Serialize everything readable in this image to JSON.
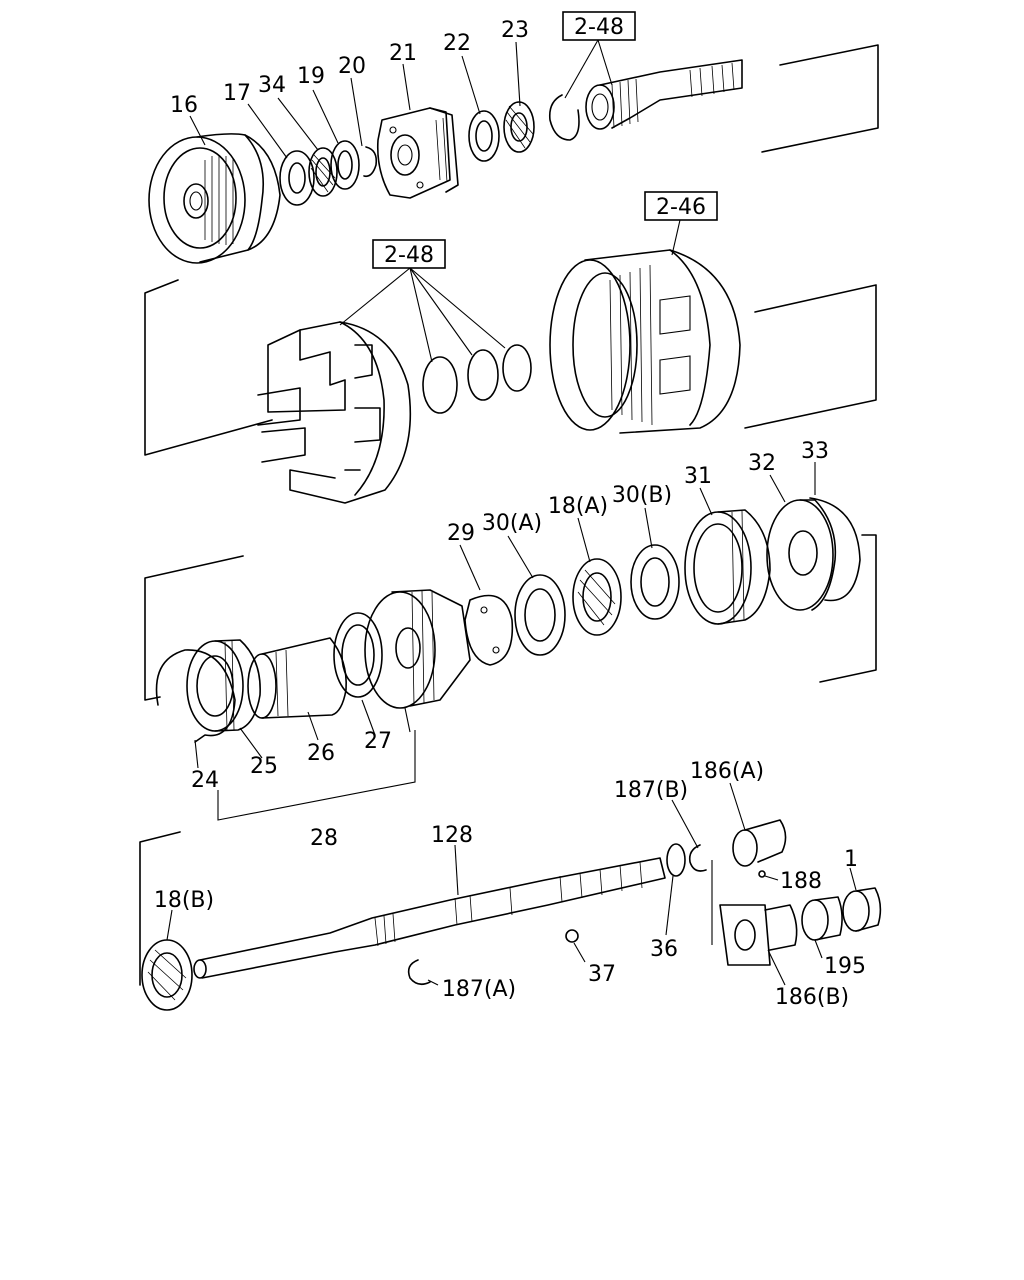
{
  "labels": {
    "p16": "16",
    "p17": "17",
    "p34": "34",
    "p19": "19",
    "p20": "20",
    "p21": "21",
    "p22": "22",
    "p23": "23",
    "ref248a": "2-48",
    "ref248b": "2-48",
    "ref246": "2-46",
    "p29": "29",
    "p30a": "30(A)",
    "p18a": "18(A)",
    "p30b": "30(B)",
    "p31": "31",
    "p32": "32",
    "p33": "33",
    "p24": "24",
    "p25": "25",
    "p26": "26",
    "p27": "27",
    "p28": "28",
    "p187b": "187(B)",
    "p186a": "186(A)",
    "p128": "128",
    "p188": "188",
    "p1": "1",
    "p18b": "18(B)",
    "p36": "36",
    "p37": "37",
    "p187a": "187(A)",
    "p195": "195",
    "p186b": "186(B)"
  }
}
